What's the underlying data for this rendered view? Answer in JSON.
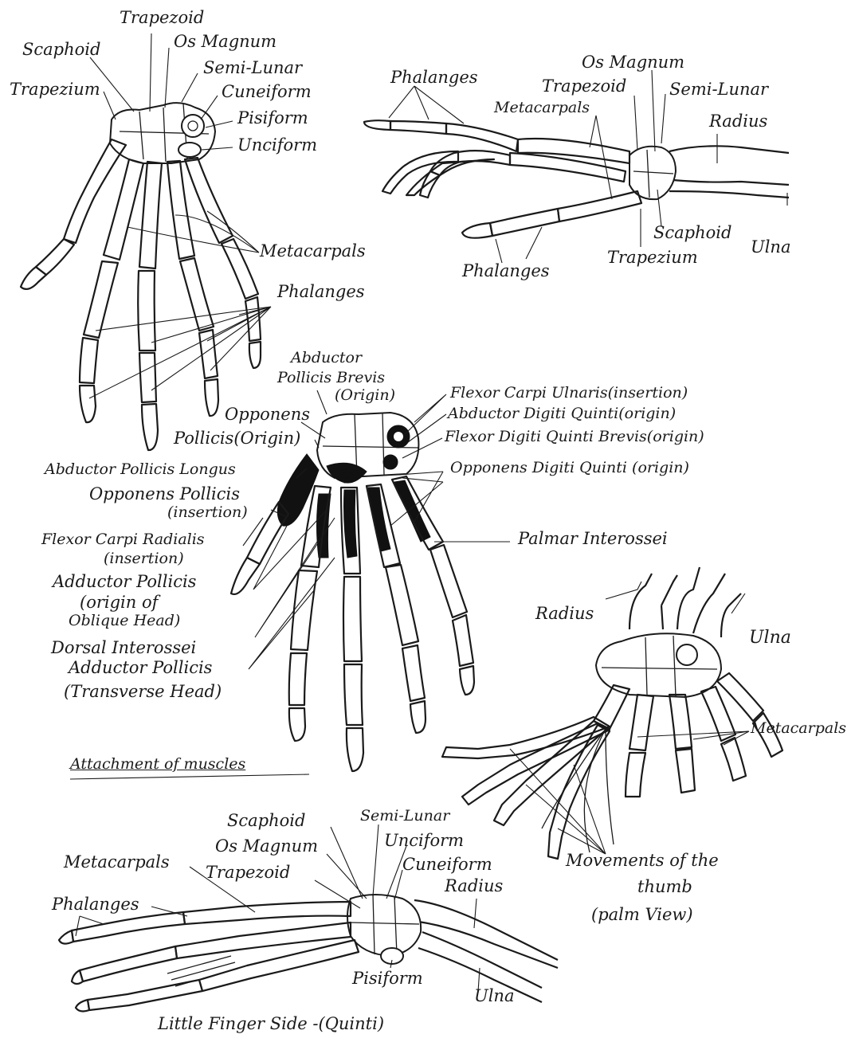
{
  "figure": {
    "hand_top_left": {
      "labels": {
        "trapezoid": "Trapezoid",
        "scaphoid": "Scaphoid",
        "os_magnum": "Os Magnum",
        "semi_lunar": "Semi-Lunar",
        "trapezium": "Trapezium",
        "cuneiform": "Cuneiform",
        "pisiform": "Pisiform",
        "unciform": "Unciform",
        "metacarpals": "Metacarpals",
        "phalanges": "Phalanges"
      }
    },
    "hand_top_right": {
      "labels": {
        "os_magnum": "Os Magnum",
        "phalanges_top": "Phalanges",
        "trapezoid": "Trapezoid",
        "semi_lunar": "Semi-Lunar",
        "metacarpals": "Metacarpals",
        "radius": "Radius",
        "scaphoid": "Scaphoid",
        "ulna": "Ulna",
        "trapezium": "Trapezium",
        "phalanges_bottom": "Phalanges"
      }
    },
    "hand_muscles": {
      "labels": {
        "abductor": "Abductor",
        "pollicis_brevis": "Pollicis Brevis",
        "origin": "(Origin)",
        "opponens": "Opponens",
        "pollicis_origin": "Pollicis(Origin)",
        "abductor_pollicis_longus": "Abductor Pollicis Longus",
        "opponens_pollicis": "Opponens Pollicis",
        "insertion_1": "(insertion)",
        "flexor_carpi_radialis": "Flexor Carpi Radialis",
        "insertion_2": "(insertion)",
        "adductor_pollicis": "Adductor Pollicis",
        "origin_of": "(origin of",
        "oblique_head": "Oblique Head)",
        "dorsal_interossei": "Dorsal Interossei",
        "adductor_pollicis_2": "Adductor Pollicis",
        "transverse_head": "(Transverse Head)",
        "flexor_carpi_ulnaris": "Flexor Carpi Ulnaris(insertion)",
        "abductor_digiti_quinti": "Abductor Digiti Quinti(origin)",
        "flexor_digiti_quinti_brevis": "Flexor Digiti Quinti Brevis(origin)",
        "opponens_digiti_quinti": "Opponens Digiti Quinti (origin)",
        "palmar_interossei": "Palmar Interossei",
        "caption": "Attachment of muscles"
      }
    },
    "hand_thumb": {
      "labels": {
        "radius": "Radius",
        "ulna": "Ulna",
        "metacarpals": "Metacarpals",
        "movements_1": "Movements of the",
        "movements_2": "thumb",
        "movements_3": "(palm View)"
      }
    },
    "hand_bottom": {
      "labels": {
        "scaphoid": "Scaphoid",
        "semi_lunar": "Semi-Lunar",
        "os_magnum": "Os Magnum",
        "unciform": "Unciform",
        "metacarpals": "Metacarpals",
        "cuneiform": "Cuneiform",
        "trapezoid": "Trapezoid",
        "radius": "Radius",
        "phalanges": "Phalanges",
        "pisiform": "Pisiform",
        "ulna": "Ulna",
        "caption": "Little Finger Side -(Quinti)"
      }
    }
  }
}
